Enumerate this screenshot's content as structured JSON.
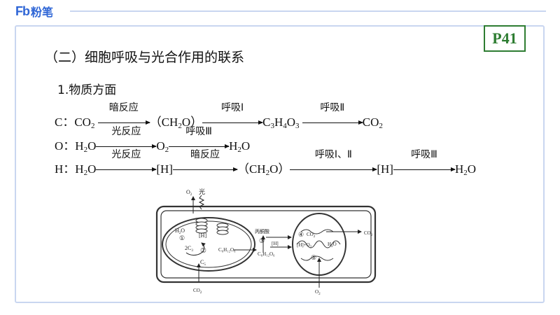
{
  "logo": {
    "mark": "Fb",
    "name": "粉笔"
  },
  "page_badge": "P41",
  "heading": "（二）细胞呼吸与光合作用的联系",
  "subheading": "1.物质方面",
  "equations": {
    "carbon": {
      "prefix": "C：",
      "s1": "CO",
      "s1_sub": "2",
      "a1": "暗反应",
      "s2": "（CH",
      "s2_sub": "2",
      "s2_tail": "O）",
      "a2": "呼吸Ⅰ",
      "s3a": "C",
      "s3a_sub": "3",
      "s3b": "H",
      "s3b_sub": "4",
      "s3c": "O",
      "s3c_sub": "3",
      "a3": "呼吸Ⅱ",
      "s4": "CO",
      "s4_sub": "2"
    },
    "oxygen": {
      "prefix": "O：",
      "s1": "H",
      "s1_sub": "2",
      "s1_tail": "O",
      "a1": "光反应",
      "s2": "O",
      "s2_sub": "2",
      "a2": "呼吸Ⅲ",
      "s3": "H",
      "s3_sub": "2",
      "s3_tail": "O"
    },
    "hydrogen": {
      "prefix": "H：",
      "s1": "H",
      "s1_sub": "2",
      "s1_tail": "O",
      "a1": "光反应",
      "s2": "[H]",
      "a2": "暗反应",
      "s3": "（CH",
      "s3_sub": "2",
      "s3_tail": "O）",
      "a3": "呼吸Ⅰ、Ⅱ",
      "s4": "[H]",
      "a4": "呼吸Ⅲ",
      "s5": "H",
      "s5_sub": "2",
      "s5_tail": "O"
    }
  },
  "diagram": {
    "o2": "O",
    "o2_sub": "2",
    "light": "光",
    "h2o": "H",
    "h2o_sub": "2",
    "h2o_tail": "O",
    "h": "[H]",
    "n1": "①",
    "n2": "②",
    "n3": "③",
    "n4": "④",
    "n5": "⑤",
    "c3": "2C",
    "c3_sub": "3",
    "c5": "C",
    "c5_sub": "5",
    "glucose": "C₆H₁₂O₆",
    "pyruvate": "丙酮酸",
    "h2": "[H]",
    "h3": "[H]+O",
    "h3_sub": "2",
    "co2_mito": "CO",
    "co2_mito_sub": "2",
    "co2_out": "CO",
    "co2_out_sub": "2",
    "h2o_mito": "H",
    "h2o_mito_sub": "2",
    "h2o_mito_tail": "O",
    "co2_bottom": "CO",
    "co2_bottom_sub": "2",
    "o2_bottom": "O",
    "o2_bottom_sub": "2"
  }
}
